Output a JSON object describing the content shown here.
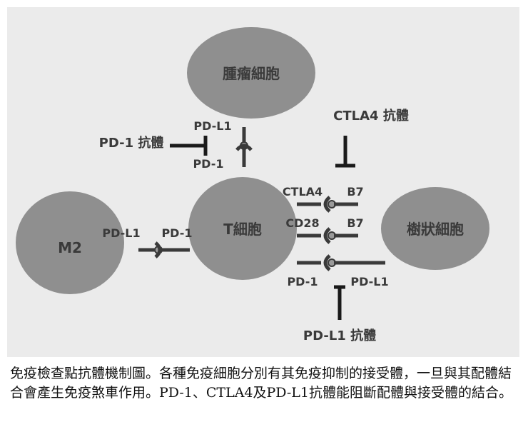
{
  "diagram": {
    "colors": {
      "background": "#ebebeb",
      "cell": "#8f8f8f",
      "line": "#3a3a3a",
      "label": "#3a3a3a"
    },
    "cells": {
      "tumor": "腫瘤細胞",
      "t_cell": "T細胞",
      "m2": "M2",
      "dendritic": "樹狀細胞"
    },
    "labels": {
      "pd_l1_top": "PD-L1",
      "pd_1_top": "PD-1",
      "pd1_antibody": "PD-1 抗體",
      "ctla4_antibody": "CTLA4 抗體",
      "ctla4": "CTLA4",
      "b7_top": "B7",
      "cd28": "CD28",
      "b7_mid": "B7",
      "pd_1_bottom": "PD-1",
      "pd_l1_bottom": "PD-L1",
      "pd_l1_left": "PD-L1",
      "pd_1_left": "PD-1",
      "pd_l1_antibody": "PD-L1 抗體"
    }
  },
  "caption": "免疫檢查點抗體機制圖。各種免疫細胞分別有其免疫抑制的接受體，一旦與其配體結合會產生免疫煞車作用。PD-1、CTLA4及PD-L1抗體能阻斷配體與接受體的結合。"
}
